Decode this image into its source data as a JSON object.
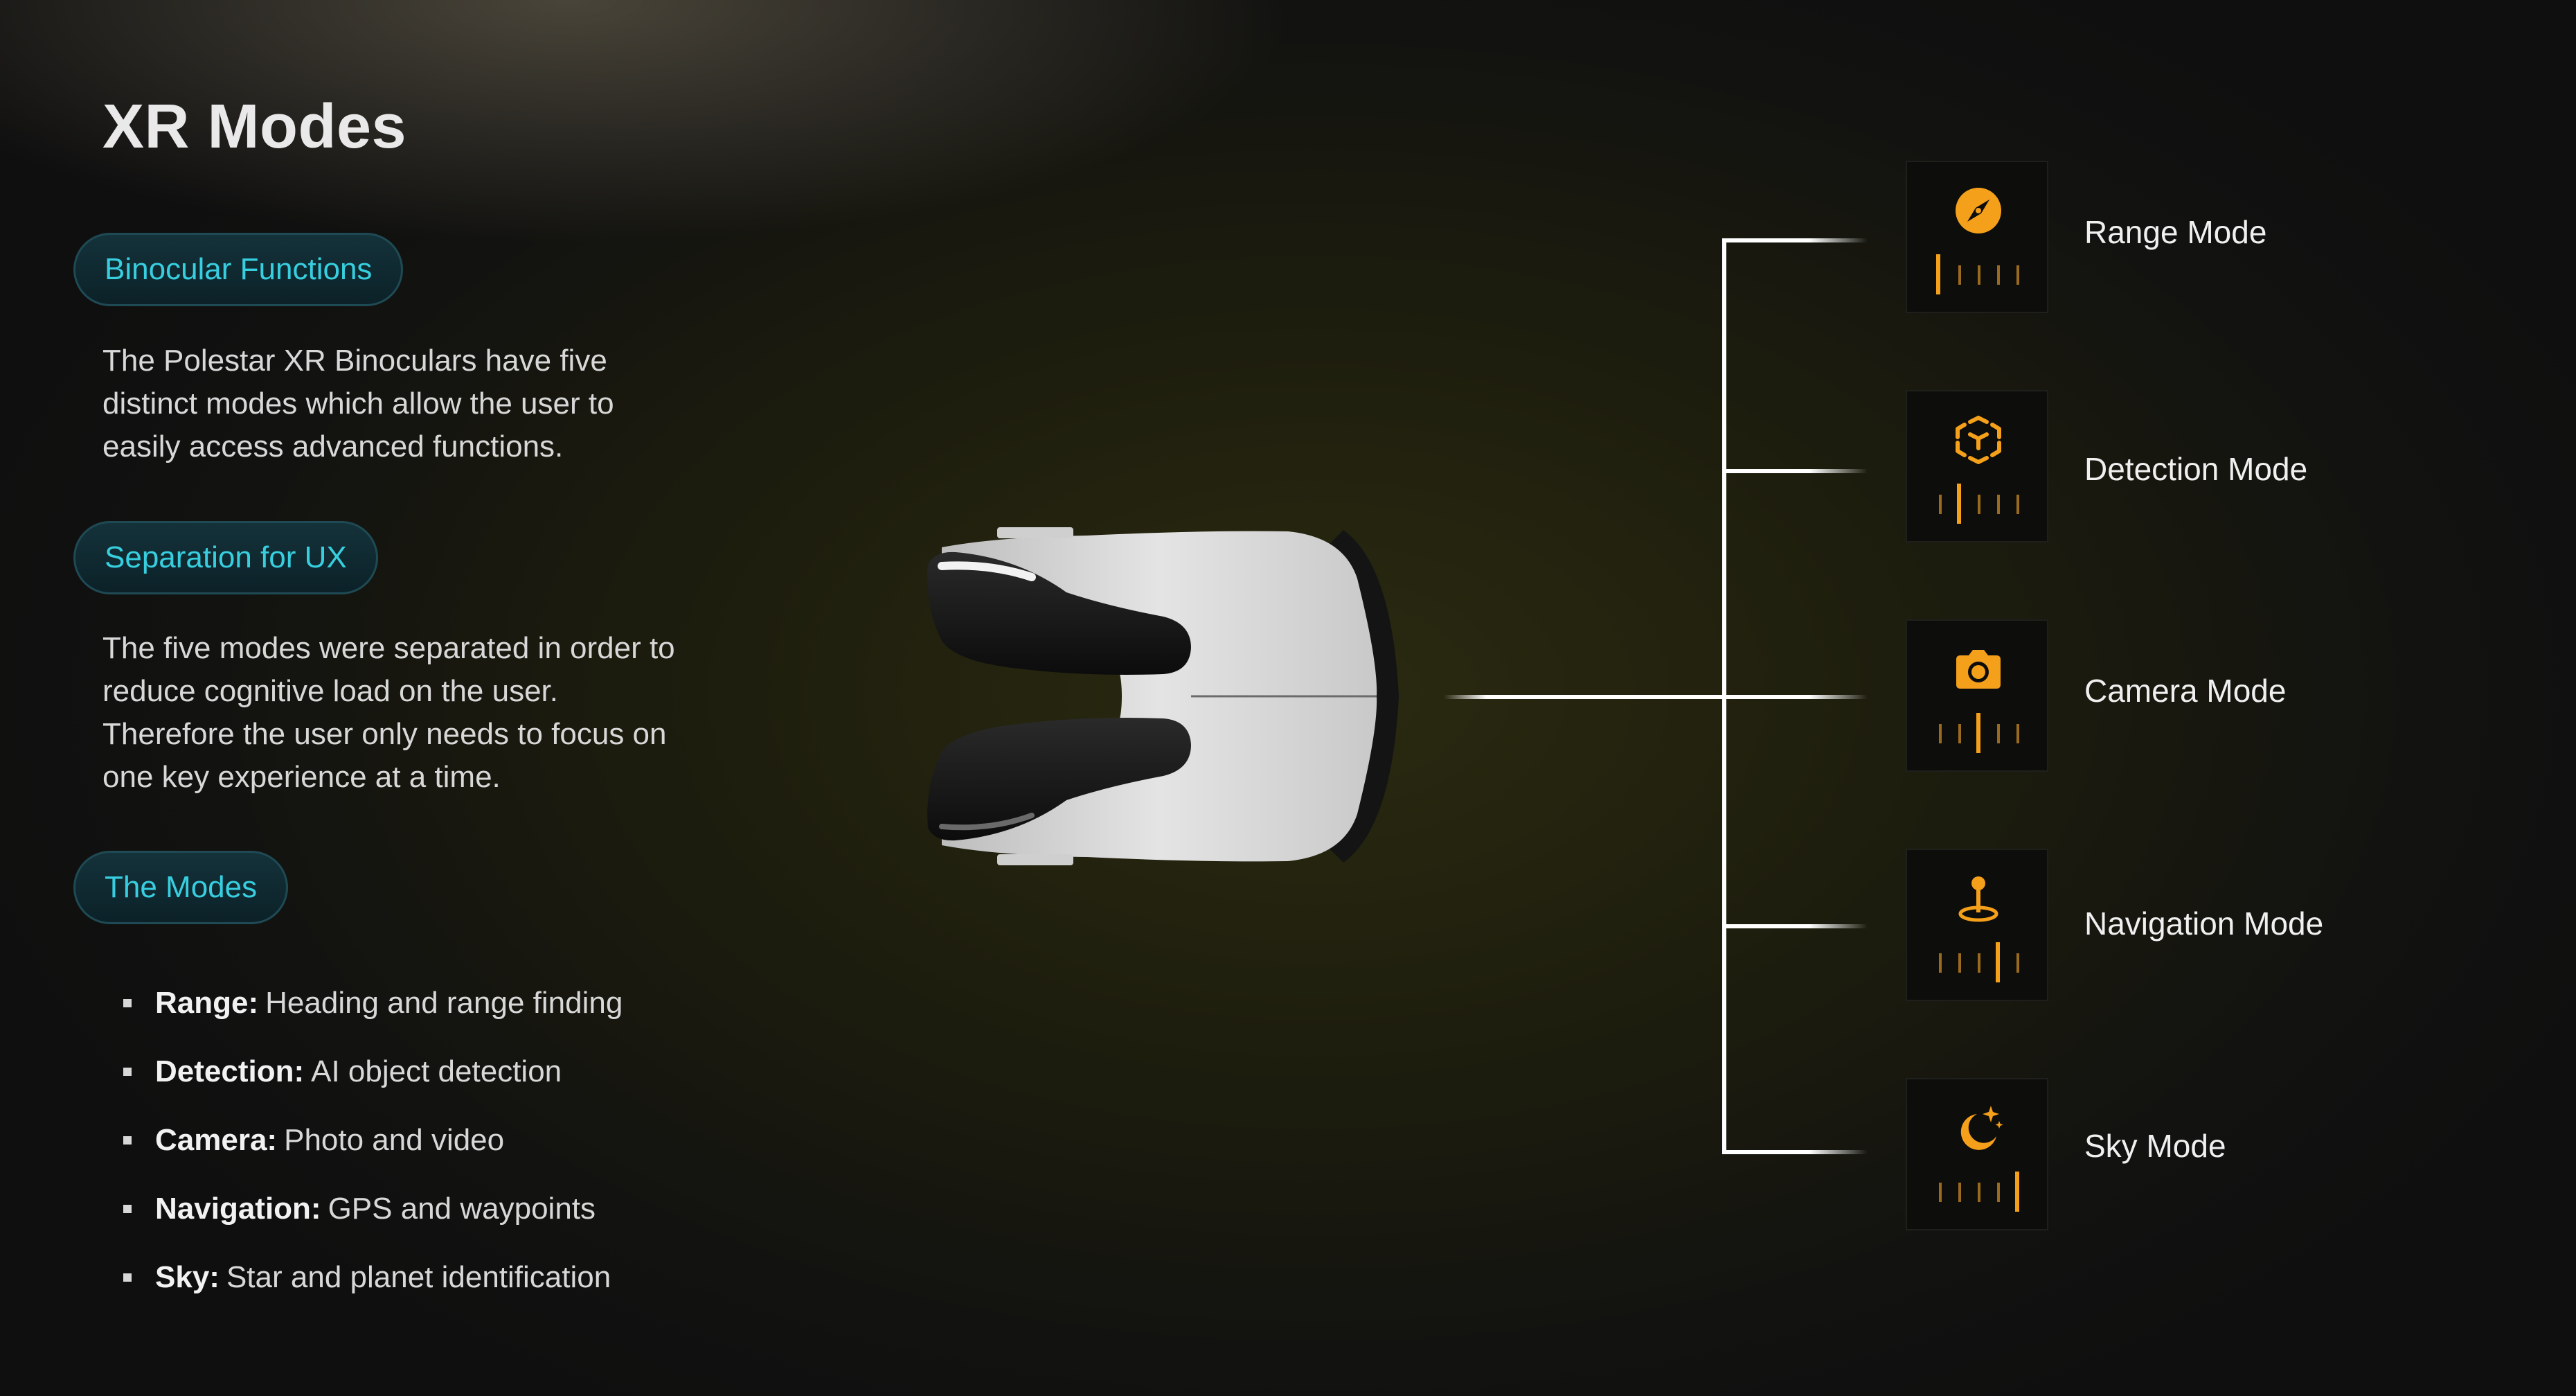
{
  "page": {
    "title": "XR Modes",
    "accent_color": "#37cfe0",
    "mode_color": "#f5a01a"
  },
  "sections": [
    {
      "heading": "Binocular Functions",
      "body": "The Polestar XR Binoculars have five distinct modes which allow the user to easily access advanced functions."
    },
    {
      "heading": "Separation for UX",
      "body": "The five modes were separated in order to reduce cognitive load on the user. Therefore the user only needs to focus on one key experience at a time."
    },
    {
      "heading": "The Modes"
    }
  ],
  "mode_list": [
    {
      "term": "Range:",
      "desc": "Heading and range finding"
    },
    {
      "term": "Detection:",
      "desc": "AI object detection"
    },
    {
      "term": "Camera:",
      "desc": "Photo and video"
    },
    {
      "term": "Navigation:",
      "desc": "GPS and waypoints"
    },
    {
      "term": "Sky:",
      "desc": "Star and planet identification"
    }
  ],
  "modes": [
    {
      "label": "Range Mode",
      "icon": "compass-icon",
      "active_tick": 1
    },
    {
      "label": "Detection Mode",
      "icon": "ar-cube-icon",
      "active_tick": 2
    },
    {
      "label": "Camera Mode",
      "icon": "camera-icon",
      "active_tick": 3
    },
    {
      "label": "Navigation Mode",
      "icon": "location-pin-icon",
      "active_tick": 4
    },
    {
      "label": "Sky Mode",
      "icon": "moon-stars-icon",
      "active_tick": 5
    }
  ]
}
